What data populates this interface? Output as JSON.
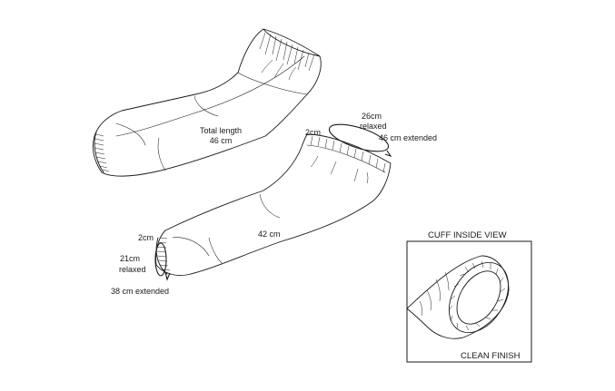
{
  "labels": {
    "total_length": "Total length",
    "total_length_value": "46 cm",
    "top_band": "2cm",
    "top_relaxed_value": "26cm",
    "top_relaxed_word": "relaxed",
    "top_extended": "46 cm extended",
    "sleeve_length": "42 cm",
    "cuff_band": "2cm",
    "cuff_relaxed_value": "21cm",
    "cuff_relaxed_word": "relaxed",
    "cuff_extended": "38 cm extended",
    "inset_title": "CUFF INSIDE VIEW",
    "inset_caption": "CLEAN FINISH"
  }
}
